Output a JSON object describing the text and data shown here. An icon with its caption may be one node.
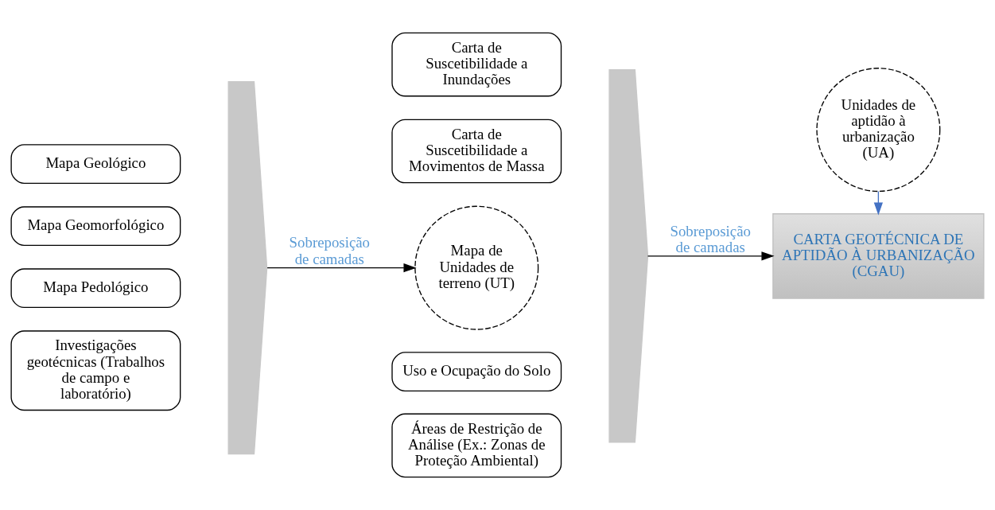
{
  "diagram": {
    "nodes": [
      {
        "text": [
          "Mapa Geológico"
        ]
      },
      {
        "text": [
          "Mapa Geomorfológico"
        ]
      },
      {
        "text": [
          "Mapa Pedológico"
        ]
      },
      {
        "text": [
          "Investigações geotécnicas (Trabalhos de campo e laboratório)"
        ]
      },
      {
        "text": [],
        "shape": "chevron"
      },
      {
        "text": [
          "Carta de Suscetibilidade a Inundações"
        ]
      },
      {
        "text": [
          "Carta de Suscetibilidade a Movimentos de Massa"
        ]
      },
      {
        "text": [
          "Mapa de Unidades de terreno (UT)"
        ]
      },
      {
        "text": [
          "Uso e Ocupação do Solo"
        ]
      },
      {
        "text": [
          "Áreas de Restrição de Análise (Ex.: Zonas de Proteção Ambiental)"
        ]
      },
      {
        "text": [],
        "shape": "chevron"
      },
      {
        "text": [
          "CARTA GEOTÉCNICA DE APTIDÃO À URBANIZAÇÃO (CGAU)"
        ]
      },
      {
        "text": [
          "Unidades de aptidão à urbanização (UA)"
        ]
      }
    ],
    "edges": [
      {
        "from": 4,
        "to": 7,
        "label": "Sobreposição de camadas",
        "arrow": "to"
      },
      {
        "from": 10,
        "to": 11,
        "label": "Sobreposição de camadas",
        "arrow": "to"
      },
      {
        "from": 12,
        "to": 11,
        "arrow": "to",
        "color": "#4472c4"
      }
    ]
  }
}
